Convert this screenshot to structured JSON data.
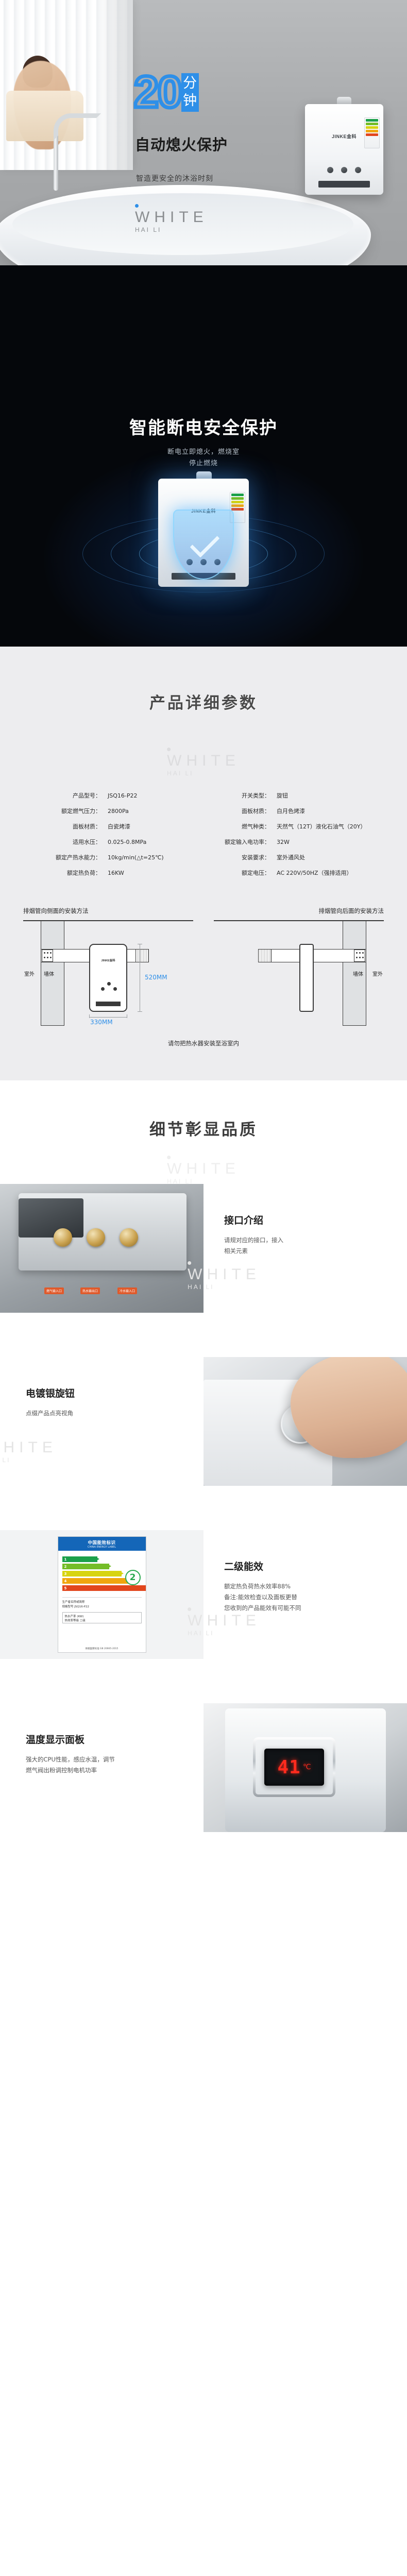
{
  "brand_watermark": {
    "main": "WHITE",
    "sub": "HAI LI"
  },
  "banner_flameout": {
    "number": "20",
    "unit": "分钟",
    "title": "自动熄火保护",
    "subtitle": "智造更安全的沐浴时刻",
    "heater_brand": "JINKE金科"
  },
  "banner_power": {
    "title": "智能断电安全保护",
    "subtitle_line1": "断电立即熄火，燃烧室",
    "subtitle_line2": "停止燃烧"
  },
  "params": {
    "title": "产品详细参数",
    "left": [
      {
        "label": "产品型号：",
        "value": "JSQ16-P22"
      },
      {
        "label": "额定燃气压力：",
        "value": "2800Pa"
      },
      {
        "label": "面板材质：",
        "value": "白瓷烤漆"
      },
      {
        "label": "适用水压：",
        "value": "0.025-0.8MPa"
      },
      {
        "label": "额定产热水能力：",
        "value": "10kg/min(△t=25℃)"
      },
      {
        "label": "额定热负荷：",
        "value": "16KW"
      }
    ],
    "right": [
      {
        "label": "开关类型：",
        "value": "旋钮"
      },
      {
        "label": "面板材质：",
        "value": "白月色烤漆"
      },
      {
        "label": "燃气种类：",
        "value": "天然气（12T）液化石油气（20Y）"
      },
      {
        "label": "额定输入电功率：",
        "value": "32W"
      },
      {
        "label": "安装要求：",
        "value": "室外通风处"
      },
      {
        "label": "额定电压：",
        "value": "AC 220V/50HZ（强排适用）"
      }
    ]
  },
  "install": {
    "left_title": "排烟管向侧面的安装方法",
    "right_title": "排烟管向后面的安装方法",
    "label_outdoor": "室外",
    "label_wall": "墙体",
    "dim_height": "520MM",
    "dim_width": "330MM",
    "note": "请勿把热水器安装至浴室内",
    "unit_brand": "JINKE金科"
  },
  "detail": {
    "title": "细节彰显品质",
    "features": [
      {
        "title": "接口介绍",
        "desc_line1": "请规对应的接口，接入",
        "desc_line2": "相关元素",
        "port_labels": [
          "燃气输入口",
          "热水输出口",
          "冷水输入口"
        ]
      },
      {
        "title": "电镀银旋钮",
        "desc_line1": "点缀产品点亮视角",
        "desc_line2": ""
      },
      {
        "title": "二级能效",
        "desc_line1": "额定热负荷热水效率88%",
        "desc_line2": "备注:能效检查以及面板更替",
        "desc_line3": "您收到的产品能效有可能不同"
      },
      {
        "title": "温度显示面板",
        "desc_line1": "强大的CPU性能，感应水温，调节",
        "desc_line2": "燃气阀出粉调控制电机功率"
      }
    ],
    "energy_label": {
      "header_cn": "中国能效标识",
      "header_en": "CHINA ENERGY LABEL",
      "grade": "2",
      "bars": [
        "1",
        "2",
        "3",
        "4",
        "5"
      ],
      "info_line1": "生产者名称或简称",
      "info_line2": "规格型号  JSQ16-P22",
      "box_line1": "热水产率 (KW)",
      "box_line2": "热效率等级   二级",
      "footer": "依据国家标准  GB 20665-2015"
    },
    "temp_value": "41",
    "temp_unit": "℃"
  }
}
